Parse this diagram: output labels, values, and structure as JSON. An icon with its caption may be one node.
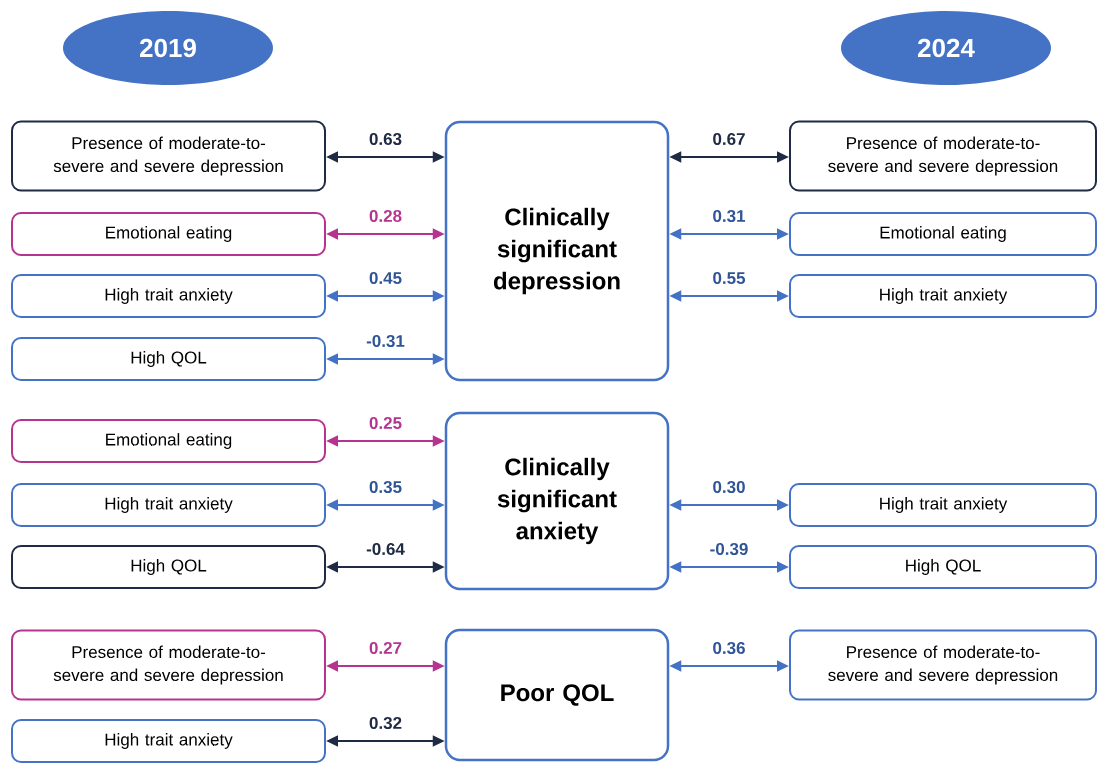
{
  "diagram": {
    "nodes": [
      {
        "text": [
          "2019"
        ]
      },
      {
        "text": [
          "2024"
        ]
      },
      {
        "text": [
          "Presence of moderate-to-severe and severe depression"
        ]
      },
      {
        "text": [
          "Clinically significant depression"
        ]
      },
      {
        "text": [
          "Presence of moderate-to-severe and severe depression"
        ]
      },
      {
        "text": [
          "Emotional eating"
        ]
      },
      {
        "text": [
          "Emotional eating"
        ]
      },
      {
        "text": [
          "High trait anxiety"
        ]
      },
      {
        "text": [
          "High trait anxiety"
        ]
      },
      {
        "text": [
          "High QOL"
        ]
      },
      {
        "text": [
          "Emotional eating"
        ]
      },
      {
        "text": [
          "Clinically significant anxiety"
        ]
      },
      {
        "text": [
          "High trait anxiety"
        ]
      },
      {
        "text": [
          "High trait anxiety"
        ]
      },
      {
        "text": [
          "High QOL"
        ]
      },
      {
        "text": [
          "High QOL"
        ]
      },
      {
        "text": [
          "Presence of moderate-to-severe and severe depression"
        ]
      },
      {
        "text": [
          "Poor QOL"
        ]
      },
      {
        "text": [
          "Presence of moderate-to-severe and severe depression"
        ]
      },
      {
        "text": [
          "High trait anxiety"
        ]
      }
    ],
    "edges": [
      {
        "from": 2,
        "to": 3,
        "arrow": "both",
        "label": "0.63",
        "color": "#1f2a44"
      },
      {
        "from": 3,
        "to": 4,
        "arrow": "both",
        "label": "0.67",
        "color": "#1f2a44"
      },
      {
        "from": 5,
        "to": 3,
        "arrow": "both",
        "label": "0.28",
        "color": "#b5348f"
      },
      {
        "from": 3,
        "to": 6,
        "arrow": "both",
        "label": "0.31"
      },
      {
        "from": 7,
        "to": 3,
        "arrow": "both",
        "label": "0.45"
      },
      {
        "from": 3,
        "to": 8,
        "arrow": "both",
        "label": "0.55"
      },
      {
        "from": 9,
        "to": 3,
        "arrow": "both",
        "label": "-0.31"
      },
      {
        "from": 10,
        "to": 11,
        "arrow": "both",
        "label": "0.25",
        "color": "#b5348f"
      },
      {
        "from": 12,
        "to": 11,
        "arrow": "both",
        "label": "0.35"
      },
      {
        "from": 11,
        "to": 13,
        "arrow": "both",
        "label": "0.30"
      },
      {
        "from": 14,
        "to": 11,
        "arrow": "both",
        "label": "-0.64",
        "color": "#1f2a44"
      },
      {
        "from": 11,
        "to": 15,
        "arrow": "both",
        "label": "-0.39"
      },
      {
        "from": 16,
        "to": 17,
        "arrow": "both",
        "label": "0.27",
        "color": "#b5348f"
      },
      {
        "from": 17,
        "to": 18,
        "arrow": "both",
        "label": "0.36"
      },
      {
        "from": 19,
        "to": 17,
        "arrow": "both",
        "label": "0.32",
        "color": "#1f2a44"
      }
    ]
  }
}
